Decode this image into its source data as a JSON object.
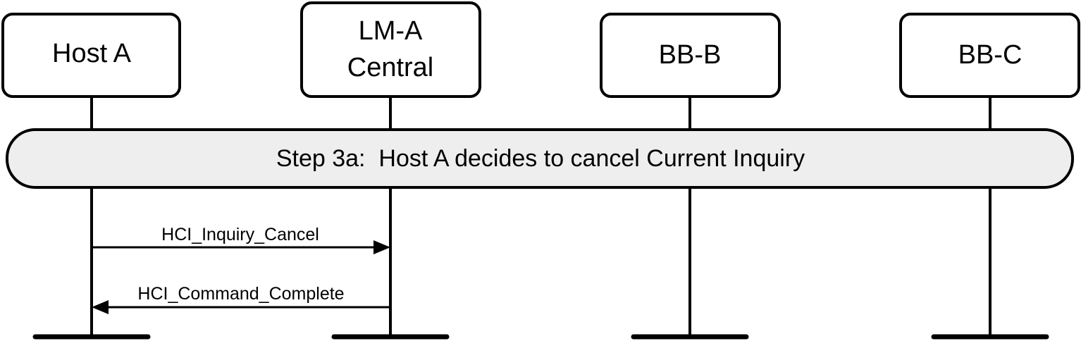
{
  "participants": [
    {
      "id": "host-a",
      "lines": [
        "Host A"
      ]
    },
    {
      "id": "lm-a",
      "lines": [
        "LM-A",
        "Central"
      ]
    },
    {
      "id": "bb-b",
      "lines": [
        "BB-B"
      ]
    },
    {
      "id": "bb-c",
      "lines": [
        "BB-C"
      ]
    }
  ],
  "step": {
    "label": "Step 3a:  Host A decides to cancel Current Inquiry"
  },
  "messages": [
    {
      "label": "HCI_Inquiry_Cancel",
      "from": "host-a",
      "to": "lm-a"
    },
    {
      "label": "HCI_Command_Complete",
      "from": "lm-a",
      "to": "host-a"
    }
  ],
  "colors": {
    "line": "#000000",
    "step_fill": "#eeeeee",
    "box_fill": "#ffffff"
  }
}
